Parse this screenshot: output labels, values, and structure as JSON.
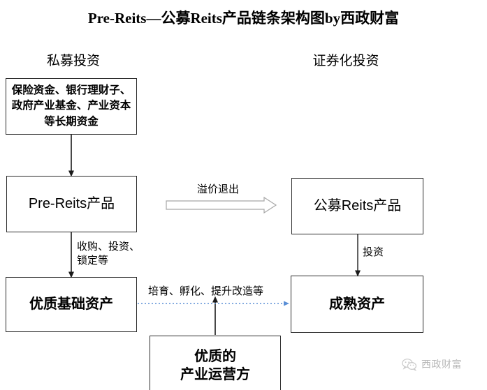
{
  "title": "Pre-Reits—公募Reits产品链条架构图by西政财富",
  "columns": {
    "left_header": "私募投资",
    "right_header": "证券化投资"
  },
  "nodes": {
    "funding_sources": "保险资金、银行理财子、政府产业基金、产业资本等长期资金",
    "pre_reits_product": "Pre-Reits产品",
    "public_reits_product": "公募Reits产品",
    "quality_base_asset": "优质基础资产",
    "mature_asset": "成熟资产",
    "quality_operator_line1": "优质的",
    "quality_operator_line2": "产业运营方"
  },
  "edges": {
    "premium_exit": "溢价退出",
    "acquire_line1": "收购、投资、",
    "acquire_line2": "锁定等",
    "invest": "投资",
    "cultivate": "培育、孵化、提升改造等"
  },
  "watermark": {
    "text": "西政财富",
    "icon": "wechat-icon"
  },
  "colors": {
    "box_border": "#2b2b2b",
    "text": "#000000",
    "block_arrow_outline": "#a6a6a6",
    "dotted_arrow": "#5b8fd6",
    "watermark_text": "#b8b8b8",
    "background": "#ffffff"
  }
}
